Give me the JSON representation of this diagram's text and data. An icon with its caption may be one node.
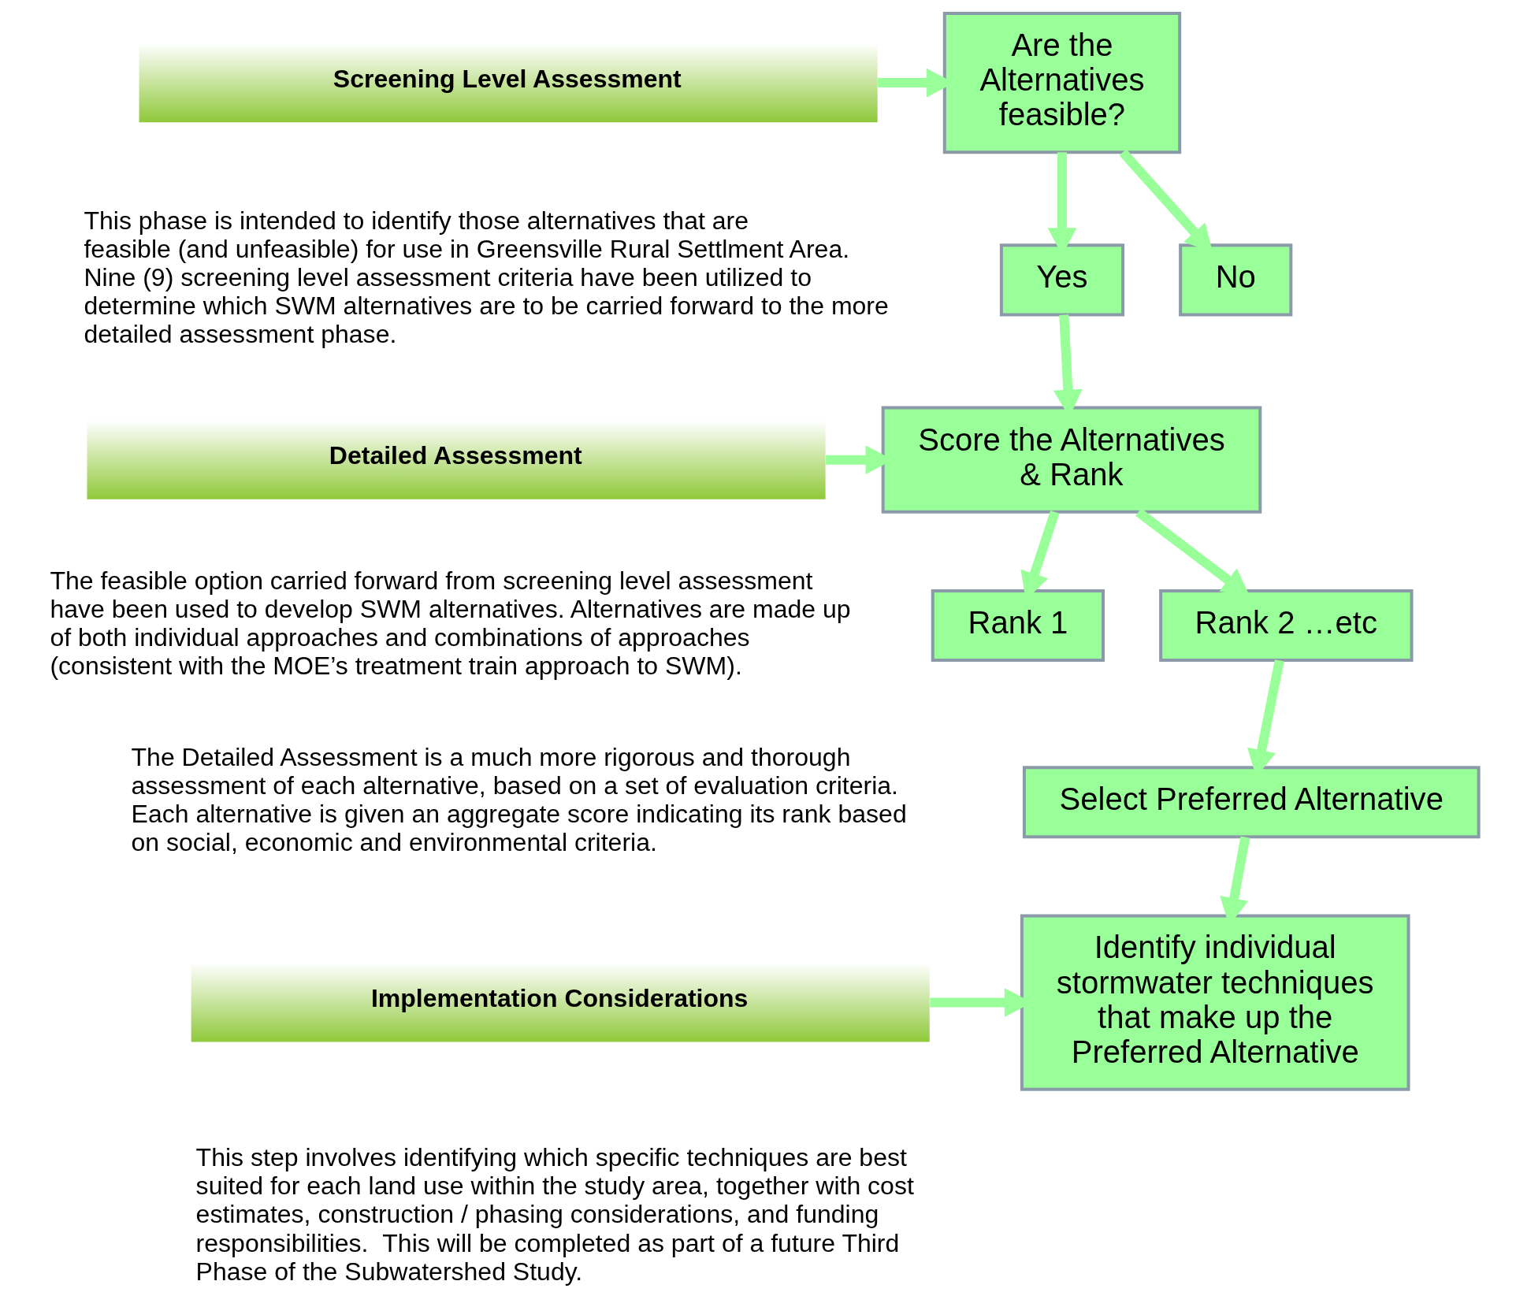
{
  "diagram": {
    "nodes": [
      {
        "text": [
          "Screening Level Assessment"
        ]
      },
      {
        "text": [
          "Are the Alternatives feasible?"
        ]
      },
      {
        "text": [
          "Yes"
        ]
      },
      {
        "text": [
          "No"
        ]
      },
      {
        "text": [
          "Detailed Assessment"
        ]
      },
      {
        "text": [
          "Score the Alternatives & Rank"
        ]
      },
      {
        "text": [
          "Rank 1"
        ]
      },
      {
        "text": [
          "Rank 2 …etc"
        ]
      },
      {
        "text": [
          "Select Preferred Alternative"
        ]
      },
      {
        "text": [
          "Implementation Considerations"
        ]
      },
      {
        "text": [
          "Identify individual stormwater techniques that make up the Preferred Alternative"
        ]
      }
    ],
    "edges": [
      {
        "from": 0,
        "to": 1,
        "arrow": "to"
      },
      {
        "from": 1,
        "to": 2,
        "arrow": "to"
      },
      {
        "from": 1,
        "to": 3,
        "arrow": "to"
      },
      {
        "from": 2,
        "to": 5,
        "arrow": "to"
      },
      {
        "from": 4,
        "to": 5,
        "arrow": "to"
      },
      {
        "from": 5,
        "to": 6,
        "arrow": "to"
      },
      {
        "from": 5,
        "to": 7,
        "arrow": "to"
      },
      {
        "from": 7,
        "to": 8,
        "arrow": "to"
      },
      {
        "from": 8,
        "to": 10,
        "arrow": "to"
      },
      {
        "from": 9,
        "to": 10,
        "arrow": "to"
      }
    ],
    "labels": [
      "This phase is intended to identify those alternatives that are feasible (and unfeasible) for use in Greensville Rural Settlment Area. Nine (9) screening level assessment criteria have been utilized to determine which SWM alternatives are to be carried forward to the more detailed assessment phase.",
      "The feasible option carried forward from screening level assessment have been used to develop SWM alternatives. Alternatives are made up of both individual approaches and combinations of approaches (consistent with the MOE’s treatment train approach to SWM).",
      "The Detailed Assessment is a much more rigorous and thorough assessment of each alternative, based on a set of evaluation criteria. Each alternative is given an aggregate score indicating its rank based on social, economic and environmental criteria.",
      "This step involves identifying which specific techniques are best suited for each land use within the study area, together with cost estimates, construction / phasing considerations, and funding responsibilities.  This will be completed as part of a future Third Phase of the Subwatershed Study."
    ]
  }
}
